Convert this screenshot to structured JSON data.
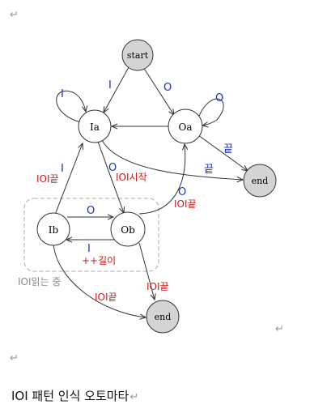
{
  "nodes": {
    "start": {
      "label": "start",
      "fill": "#d4d4d4"
    },
    "Ia": {
      "label": "Ia",
      "fill": "#ffffff"
    },
    "Oa": {
      "label": "Oa",
      "fill": "#ffffff"
    },
    "end1": {
      "label": "end",
      "fill": "#d4d4d4"
    },
    "Ib": {
      "label": "Ib",
      "fill": "#ffffff"
    },
    "Ob": {
      "label": "Ob",
      "fill": "#ffffff"
    },
    "end2": {
      "label": "end",
      "fill": "#d4d4d4"
    }
  },
  "edge_labels": {
    "start_to_Ia": "I",
    "start_to_Oa": "O",
    "Ia_loop": "I",
    "Oa_loop": "O",
    "Oa_to_end": "끝",
    "Ia_to_end_input": "끝",
    "Ia_to_Ob_input": "O",
    "Ia_to_Ob_action": "IOI시작",
    "Ib_to_Ia_input": "I",
    "Ib_to_Ia_action": "IOI끝",
    "Ob_to_Oa_input": "O",
    "Ob_to_Oa_action": "IOI끝",
    "Ib_to_Ob": "O",
    "Ob_to_Ib_input": "I",
    "Ob_to_Ib_action": "++길이",
    "Ob_to_end_action": "IOI끝",
    "Ib_to_end_action": "IOI끝"
  },
  "group_label": "IOI읽는 중",
  "caption": "IOI 패턴 인식 오토마타",
  "return_mark": "↵",
  "colors": {
    "input": "#1f2fbf",
    "action": "#cc1a1a",
    "edge": "#333333",
    "group_border": "#aaaaaa",
    "group_text": "#8a8a8a"
  }
}
